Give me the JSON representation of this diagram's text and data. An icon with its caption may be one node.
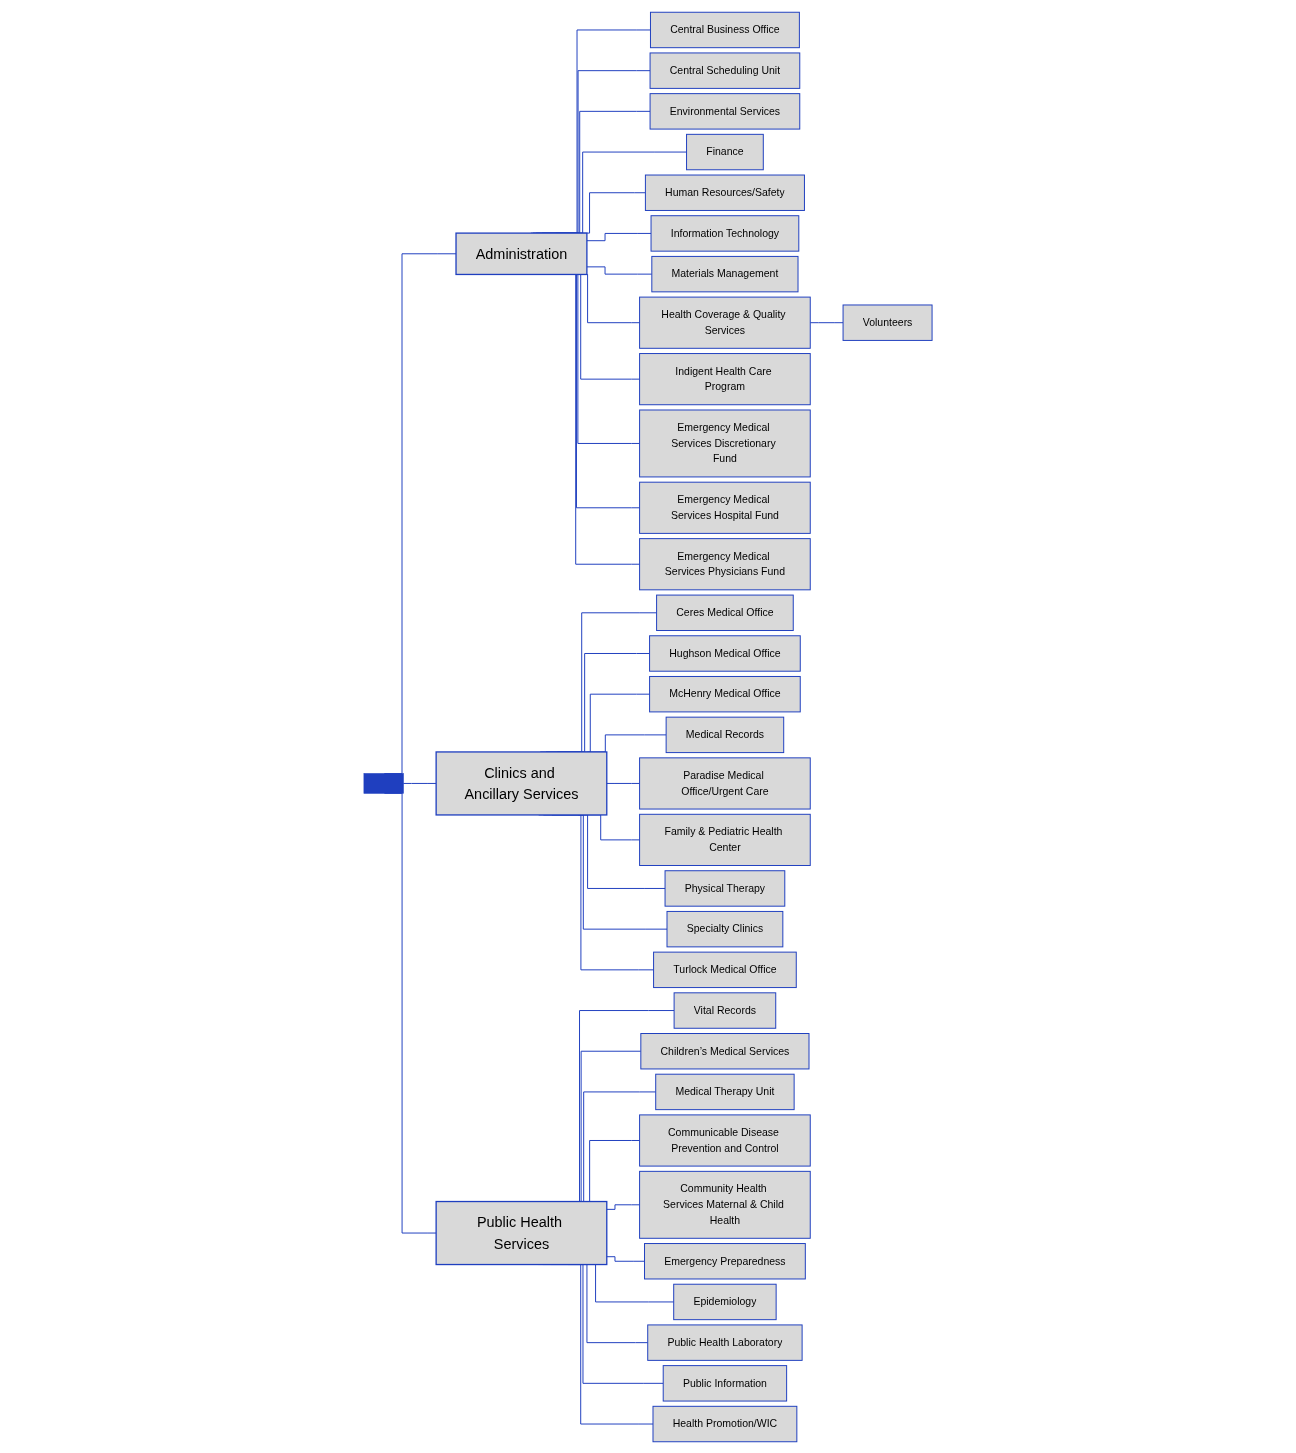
{
  "diagram": {
    "nodes": [
      {
        "text": [],
        "shape": "bar"
      },
      {
        "text": [
          "Administration"
        ]
      },
      {
        "text": [
          "Clinics and Ancillary Services"
        ]
      },
      {
        "text": [
          "Public Health Services"
        ]
      },
      {
        "text": [
          "Central Business Office"
        ]
      },
      {
        "text": [
          "Central Scheduling Unit"
        ]
      },
      {
        "text": [
          "Environmental Services"
        ]
      },
      {
        "text": [
          "Finance"
        ]
      },
      {
        "text": [
          "Human Resources/Safety"
        ]
      },
      {
        "text": [
          "Information Technology"
        ]
      },
      {
        "text": [
          "Materials Management"
        ]
      },
      {
        "text": [
          "Health Coverage & Quality Services"
        ]
      },
      {
        "text": [
          "Volunteers"
        ]
      },
      {
        "text": [
          "Indigent Health Care Program"
        ]
      },
      {
        "text": [
          "Emergency Medical Services Discretionary Fund"
        ]
      },
      {
        "text": [
          "Emergency Medical Services Hospital Fund"
        ]
      },
      {
        "text": [
          "Emergency Medical Services Physicians Fund"
        ]
      },
      {
        "text": [
          "Ceres Medical Office"
        ]
      },
      {
        "text": [
          "Hughson Medical Office"
        ]
      },
      {
        "text": [
          "McHenry Medical Office"
        ]
      },
      {
        "text": [
          "Medical Records"
        ]
      },
      {
        "text": [
          "Paradise Medical Office/Urgent Care"
        ]
      },
      {
        "text": [
          "Family & Pediatric Health Center"
        ]
      },
      {
        "text": [
          "Physical Therapy"
        ]
      },
      {
        "text": [
          "Specialty Clinics"
        ]
      },
      {
        "text": [
          "Turlock Medical Office"
        ]
      },
      {
        "text": [
          "Vital Records"
        ]
      },
      {
        "text": [
          "Children’s Medical Services"
        ]
      },
      {
        "text": [
          "Medical Therapy Unit"
        ]
      },
      {
        "text": [
          "Communicable Disease Prevention and Control"
        ]
      },
      {
        "text": [
          "Community Health Services Maternal & Child Health"
        ]
      },
      {
        "text": [
          "Emergency Preparedness"
        ]
      },
      {
        "text": [
          "Epidemiology"
        ]
      },
      {
        "text": [
          "Public Health Laboratory"
        ]
      },
      {
        "text": [
          "Public Information"
        ]
      },
      {
        "text": [
          "Health Promotion/WIC"
        ]
      }
    ],
    "edges": [
      {
        "from": 0,
        "to": 1,
        "arrow": "none"
      },
      {
        "from": 0,
        "to": 2,
        "arrow": "none"
      },
      {
        "from": 0,
        "to": 3,
        "arrow": "none"
      },
      {
        "from": 1,
        "to": 4,
        "arrow": "none"
      },
      {
        "from": 1,
        "to": 5,
        "arrow": "none"
      },
      {
        "from": 1,
        "to": 6,
        "arrow": "none"
      },
      {
        "from": 1,
        "to": 7,
        "arrow": "none"
      },
      {
        "from": 1,
        "to": 8,
        "arrow": "none"
      },
      {
        "from": 1,
        "to": 9,
        "arrow": "none"
      },
      {
        "from": 1,
        "to": 10,
        "arrow": "none"
      },
      {
        "from": 1,
        "to": 11,
        "arrow": "none"
      },
      {
        "from": 11,
        "to": 12,
        "arrow": "none"
      },
      {
        "from": 1,
        "to": 13,
        "arrow": "none"
      },
      {
        "from": 1,
        "to": 14,
        "arrow": "none"
      },
      {
        "from": 1,
        "to": 15,
        "arrow": "none"
      },
      {
        "from": 1,
        "to": 16,
        "arrow": "none"
      },
      {
        "from": 2,
        "to": 17,
        "arrow": "none"
      },
      {
        "from": 2,
        "to": 18,
        "arrow": "none"
      },
      {
        "from": 2,
        "to": 19,
        "arrow": "none"
      },
      {
        "from": 2,
        "to": 20,
        "arrow": "none"
      },
      {
        "from": 2,
        "to": 21,
        "arrow": "none"
      },
      {
        "from": 2,
        "to": 22,
        "arrow": "none"
      },
      {
        "from": 2,
        "to": 23,
        "arrow": "none"
      },
      {
        "from": 2,
        "to": 24,
        "arrow": "none"
      },
      {
        "from": 2,
        "to": 25,
        "arrow": "none"
      },
      {
        "from": 3,
        "to": 26,
        "arrow": "none"
      },
      {
        "from": 3,
        "to": 27,
        "arrow": "none"
      },
      {
        "from": 3,
        "to": 28,
        "arrow": "none"
      },
      {
        "from": 3,
        "to": 29,
        "arrow": "none"
      },
      {
        "from": 3,
        "to": 30,
        "arrow": "none"
      },
      {
        "from": 3,
        "to": 31,
        "arrow": "none"
      },
      {
        "from": 3,
        "to": 32,
        "arrow": "none"
      },
      {
        "from": 3,
        "to": 33,
        "arrow": "none"
      },
      {
        "from": 3,
        "to": 34,
        "arrow": "none"
      },
      {
        "from": 3,
        "to": 35,
        "arrow": "none"
      }
    ]
  }
}
